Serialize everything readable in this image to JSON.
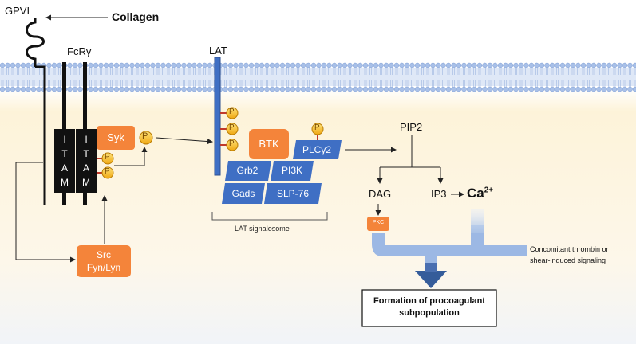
{
  "colors": {
    "orange": "#f4843a",
    "blue": "#3f6fc4",
    "black": "#111111",
    "phospho": "#f5b81b",
    "membrane": "#a8c0e8",
    "arrowblue": "#4a78c4"
  },
  "labels": {
    "gpvi": "GPVI",
    "collagen": "Collagen",
    "fcry": "FcRγ",
    "lat": "LAT",
    "itam_letters": [
      "I",
      "T",
      "A",
      "M"
    ],
    "syk": "Syk",
    "btk": "BTK",
    "plcy2": "PLCγ2",
    "grb2": "Grb2",
    "pi3k": "PI3K",
    "gads": "Gads",
    "slp76": "SLP-76",
    "lat_signalosome": "LAT signalosome",
    "src_line1": "Src",
    "src_line2": "Fyn/Lyn",
    "pip2": "PIP2",
    "dag": "DAG",
    "ip3": "IP3",
    "ca": "Ca",
    "ca_sup": "2+",
    "pkc": "PKC",
    "concomitant_line1": "Concomitant thrombin or",
    "concomitant_line2": "shear-induced signaling",
    "formation_line1": "Formation of procoagulant",
    "formation_line2": "subpopulation",
    "phospho": "P"
  }
}
